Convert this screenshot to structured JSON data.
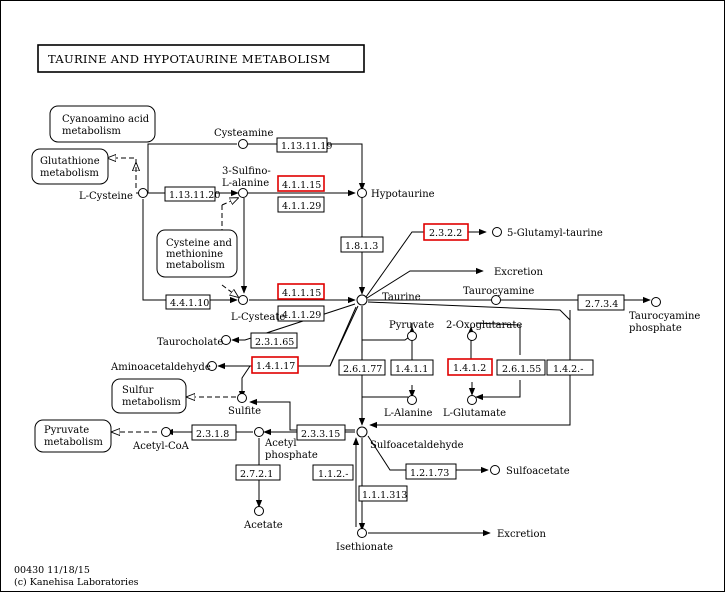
{
  "title": "TAURINE AND HYPOTAURINE METABOLISM",
  "footer": {
    "code": "00430 11/18/15",
    "copyright": "(c) Kanehisa Laboratories"
  },
  "maps": {
    "cyanoamino_1": "Cyanoamino acid",
    "cyanoamino_2": "metabolism",
    "glutathione_1": "Glutathione",
    "glutathione_2": "metabolism",
    "cysmet_1": "Cysteine and",
    "cysmet_2": "methionine",
    "cysmet_3": "metabolism",
    "sulfur_1": "Sulfur",
    "sulfur_2": "metabolism",
    "pyruvate_1": "Pyruvate",
    "pyruvate_2": "metabolism"
  },
  "compounds": {
    "l_cysteine": "L-Cysteine",
    "cysteamine": "Cysteamine",
    "sulfinoalanine_1": "3-Sulfino-",
    "sulfinoalanine_2": "L-alanine",
    "hypotaurine": "Hypotaurine",
    "l_cysteate": "L-Cysteate",
    "taurine": "Taurine",
    "glutamyl_taurine": "5-Glutamyl-taurine",
    "excretion_1": "Excretion",
    "taurocyamine": "Taurocyamine",
    "taurocyamine_phosphate_1": "Taurocyamine",
    "taurocyamine_phosphate_2": "phosphate",
    "taurocholate": "Taurocholate",
    "aminoacetaldehyde": "Aminoacetaldehyde",
    "pyruvate": "Pyruvate",
    "oxoglutarate": "2-Oxoglutarate",
    "l_alanine": "L-Alanine",
    "l_glutamate": "L-Glutamate",
    "sulfite": "Sulfite",
    "acetyl_coa": "Acetyl-CoA",
    "acetyl_phosphate_1": "Acetyl",
    "acetyl_phosphate_2": "phosphate",
    "sulfoacetaldehyde": "Sulfoacetaldehyde",
    "sulfoacetate": "Sulfoacetate",
    "acetate": "Acetate",
    "isethionate": "Isethionate",
    "excretion_2": "Excretion"
  },
  "enzymes": {
    "e_1_13_11_19": "1.13.11.19",
    "e_1_13_11_20": "1.13.11.20",
    "e_4_1_1_15_a": "4.1.1.15",
    "e_4_1_1_29_a": "4.1.1.29",
    "e_1_8_1_3": "1.8.1.3",
    "e_2_3_2_2": "2.3.2.2",
    "e_4_4_1_10": "4.4.1.10",
    "e_4_1_1_15_b": "4.1.1.15",
    "e_4_1_1_29_b": "4.1.1.29",
    "e_2_7_3_4": "2.7.3.4",
    "e_2_3_1_65": "2.3.1.65",
    "e_1_4_1_17": "1.4.1.17",
    "e_2_6_1_77": "2.6.1.77",
    "e_1_4_1_1": "1.4.1.1",
    "e_1_4_1_2": "1.4.1.2",
    "e_2_6_1_55": "2.6.1.55",
    "e_1_4_2": "1.4.2.-",
    "e_2_3_1_8": "2.3.1.8",
    "e_2_3_3_15": "2.3.3.15",
    "e_2_7_2_1": "2.7.2.1",
    "e_1_1_2": "1.1.2.-",
    "e_1_2_1_73": "1.2.1.73",
    "e_1_1_1_313": "1.1.1.313"
  },
  "highlight_color": "#e00000"
}
